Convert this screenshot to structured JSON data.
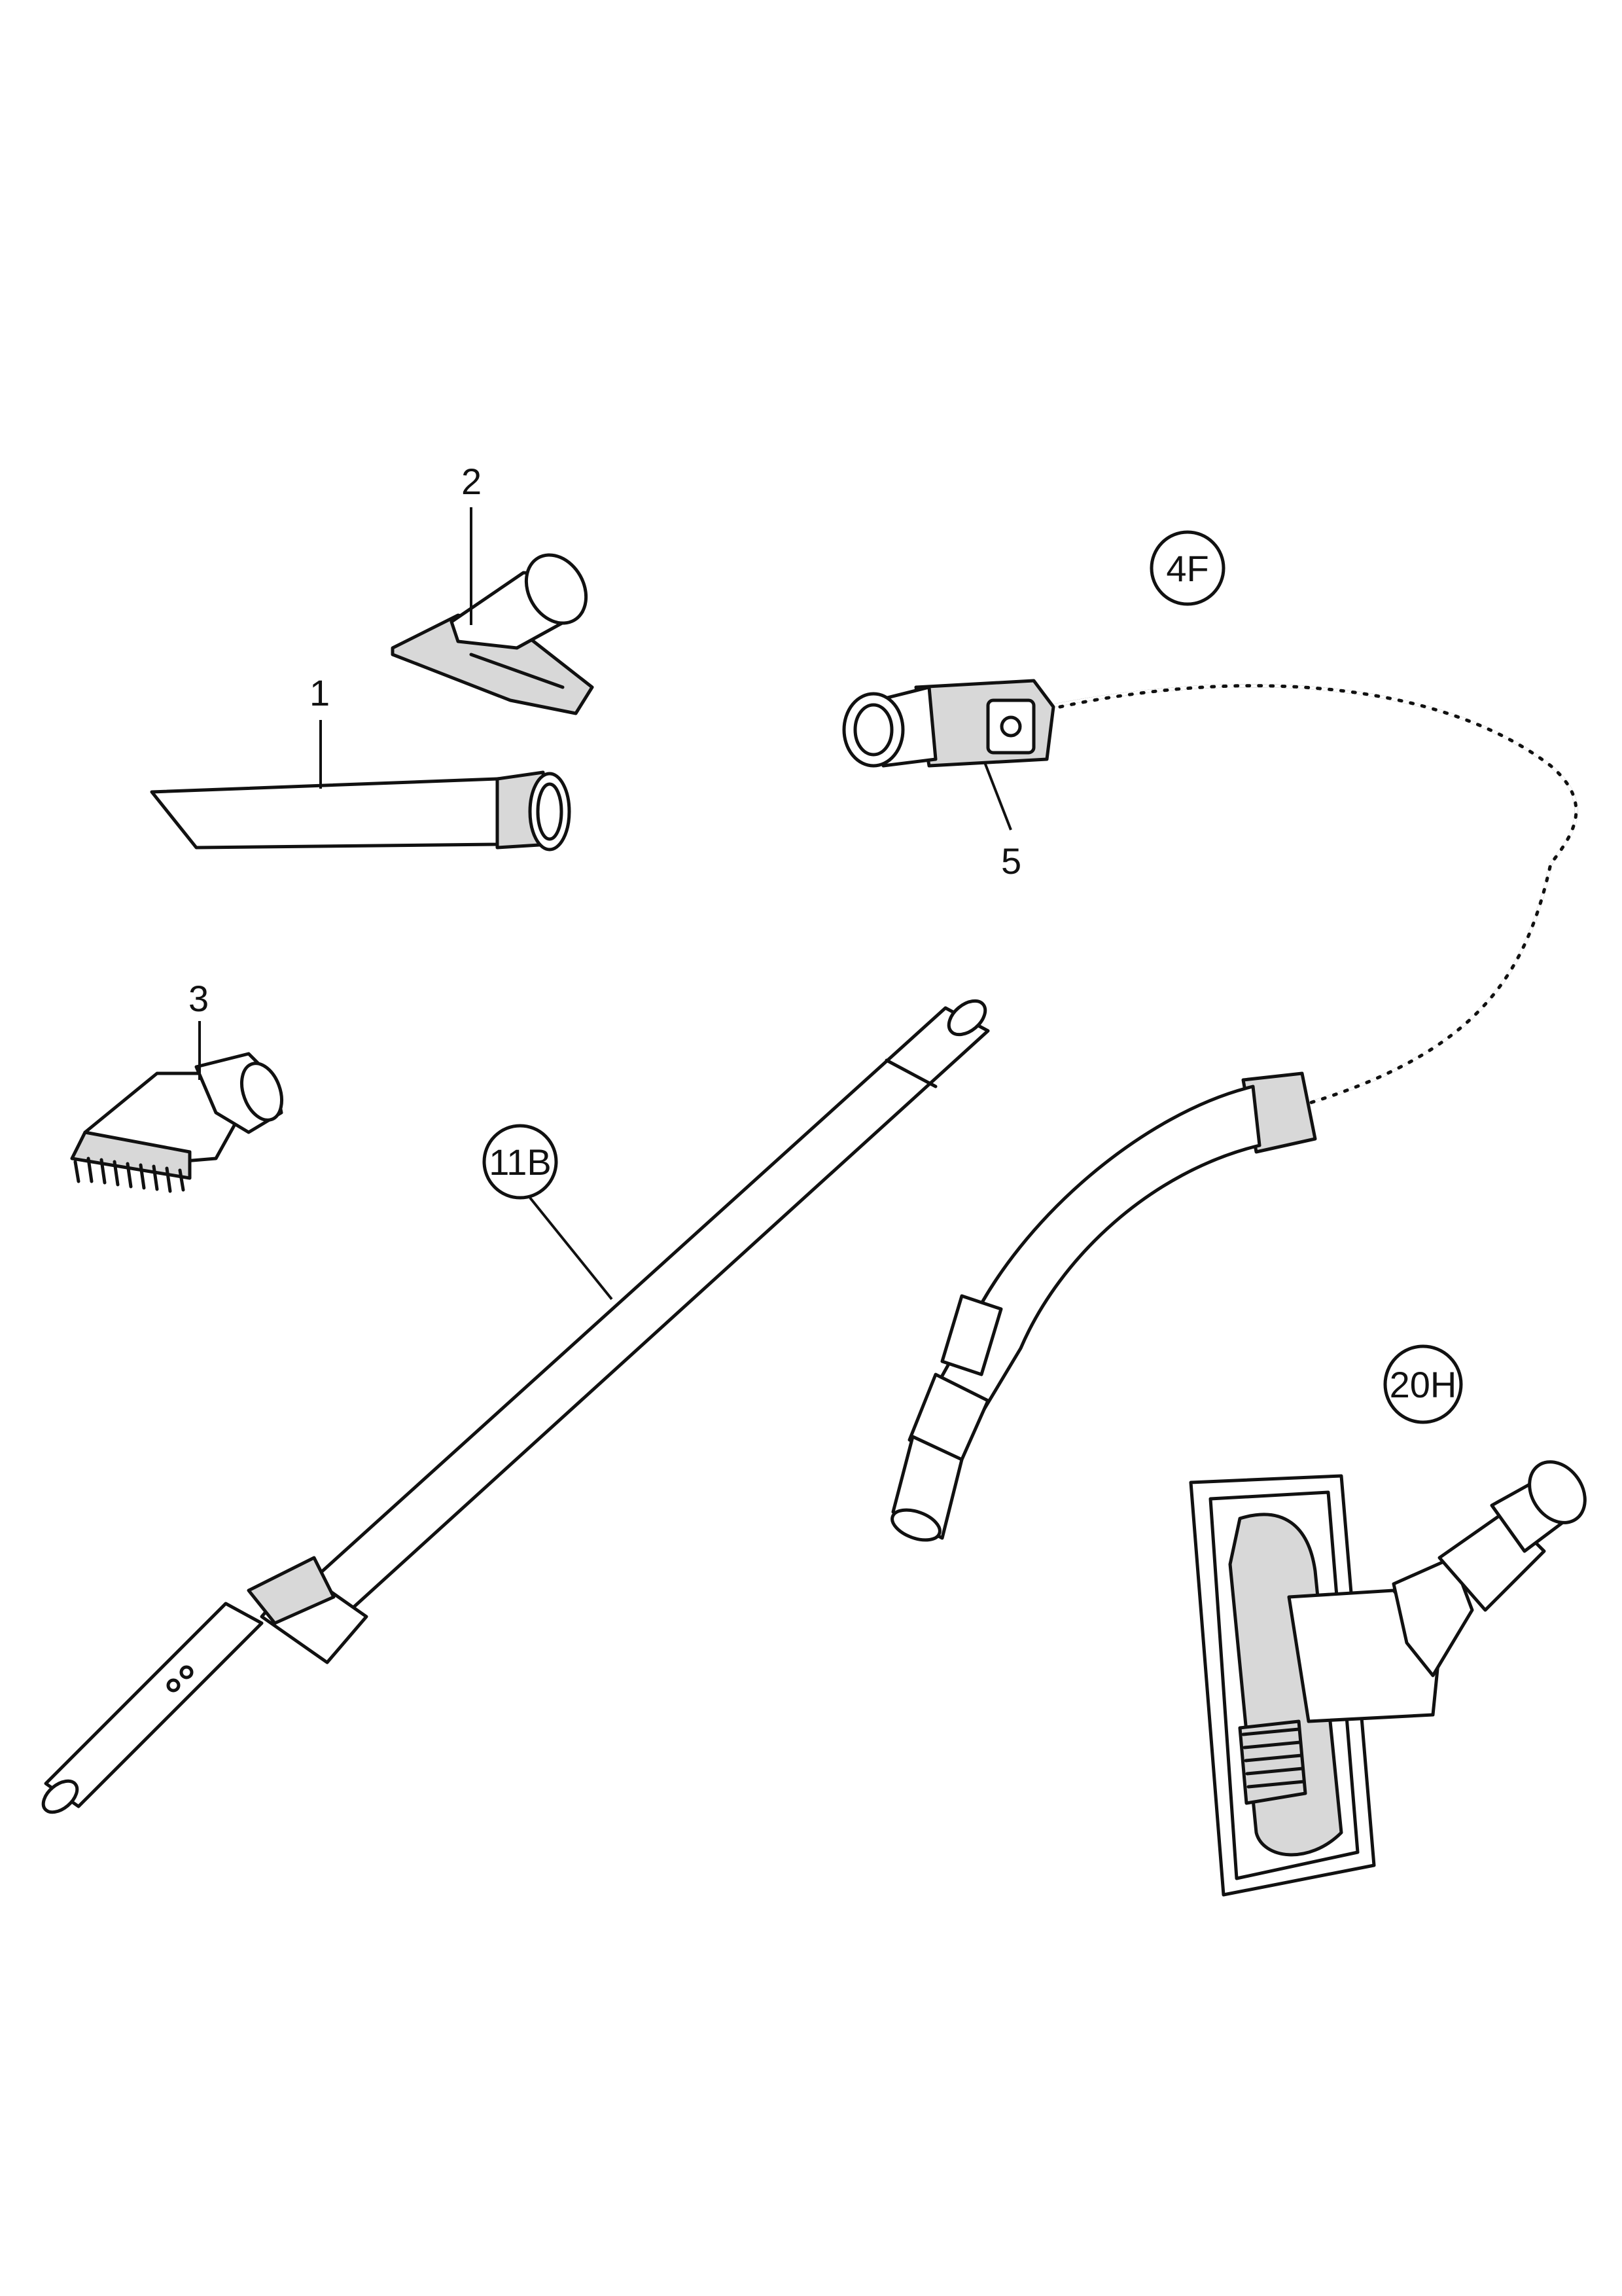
{
  "labels": {
    "crevice_tool": "1",
    "upholstery_tool": "2",
    "dusting_brush": "3",
    "hose_assembly": "4F",
    "hose_connector": "5",
    "wand": "11B",
    "floor_nozzle": "20H"
  }
}
